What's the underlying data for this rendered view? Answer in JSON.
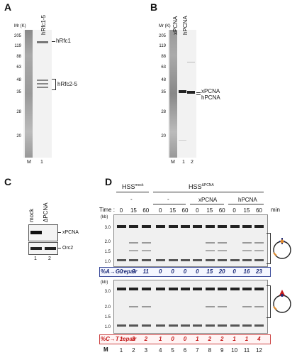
{
  "panelA": {
    "label": "A",
    "mw_unit": "Mr (K)",
    "mw_ticks": [
      "205",
      "119",
      "88",
      "63",
      "48",
      "35",
      "28",
      "20"
    ],
    "lane_header": "hRfc1-5",
    "band_labels": [
      "hRfc1",
      "hRfc2-5"
    ],
    "lane_labels": [
      "M",
      "1"
    ]
  },
  "panelB": {
    "label": "B",
    "mw_unit": "Mr (K)",
    "mw_ticks": [
      "205",
      "119",
      "88",
      "63",
      "48",
      "35",
      "28",
      "20"
    ],
    "lane_headers": [
      "xPCNA",
      "hPCNA"
    ],
    "band_labels": [
      "xPCNA",
      "hPCNA"
    ],
    "lane_labels": [
      "M",
      "1",
      "2"
    ]
  },
  "panelC": {
    "label": "C",
    "lane_headers": [
      "mock",
      "ΔPCNA"
    ],
    "band_labels": [
      "xPCNA",
      "Orc2"
    ],
    "lane_labels": [
      "1",
      "2"
    ]
  },
  "panelD": {
    "label": "D",
    "group_mock": "HSS",
    "group_mock_sup": "mock",
    "group_dpcna": "HSS",
    "group_dpcna_sup": "ΔPCNA",
    "subgroups": [
      "-",
      "-",
      "xPCNA",
      "hPCNA"
    ],
    "time_label": "Time :",
    "time_unit": "min",
    "times": [
      "0",
      "15",
      "60",
      "0",
      "15",
      "60",
      "0",
      "15",
      "60",
      "0",
      "15",
      "60"
    ],
    "kb_unit": "(kb)",
    "kb_ticks": [
      "3.0",
      "2.0",
      "1.5",
      "1.0"
    ],
    "repair_AG_label": "%A→G repair",
    "repair_AG": [
      "0",
      "9",
      "11",
      "0",
      "0",
      "0",
      "0",
      "15",
      "20",
      "0",
      "16",
      "23"
    ],
    "repair_CT_label": "%C→T repair",
    "repair_CT": [
      "1",
      "3",
      "2",
      "1",
      "0",
      "0",
      "1",
      "2",
      "2",
      "1",
      "1",
      "4"
    ],
    "lane_marker": "M",
    "lane_numbers": [
      "1",
      "2",
      "3",
      "4",
      "5",
      "6",
      "7",
      "8",
      "9",
      "10",
      "11",
      "12"
    ]
  },
  "colors": {
    "blue": "#1f2d7a",
    "red": "#c41a1a",
    "orange": "#e08a2a"
  }
}
